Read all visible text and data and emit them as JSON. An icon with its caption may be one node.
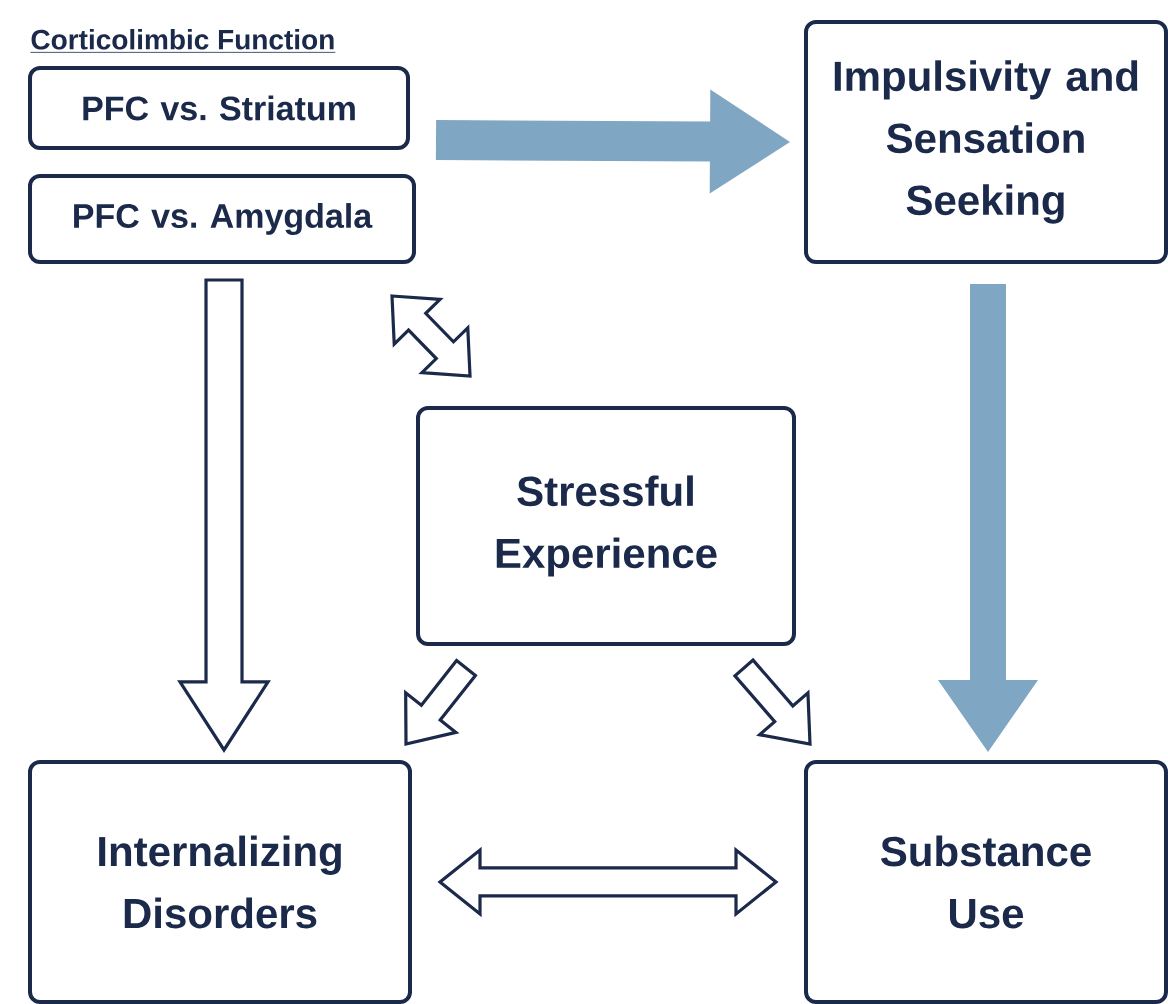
{
  "diagram": {
    "nodes": [
      {
        "text": [
          "PFC vs. Striatum"
        ]
      },
      {
        "text": [
          "PFC vs. Amygdala"
        ]
      },
      {
        "text": [
          "Impulsivity and Sensation Seeking"
        ]
      },
      {
        "text": [
          "Stressful Experience"
        ]
      },
      {
        "text": [
          "Internalizing Disorders"
        ]
      },
      {
        "text": [
          "Substance Use"
        ]
      }
    ],
    "edges": [
      {
        "from": 0,
        "to": 2,
        "arrow": "to",
        "color": "#7fa6c3"
      },
      {
        "from": 1,
        "to": 4,
        "arrow": "to"
      },
      {
        "from": 1,
        "to": 3,
        "arrow": "both"
      },
      {
        "from": 3,
        "to": 4,
        "arrow": "to"
      },
      {
        "from": 3,
        "to": 5,
        "arrow": "to"
      },
      {
        "from": 2,
        "to": 5,
        "arrow": "to",
        "color": "#7fa6c3"
      },
      {
        "from": 4,
        "to": 5,
        "arrow": "both"
      }
    ],
    "labels": [
      "Corticolimbic Function"
    ]
  }
}
